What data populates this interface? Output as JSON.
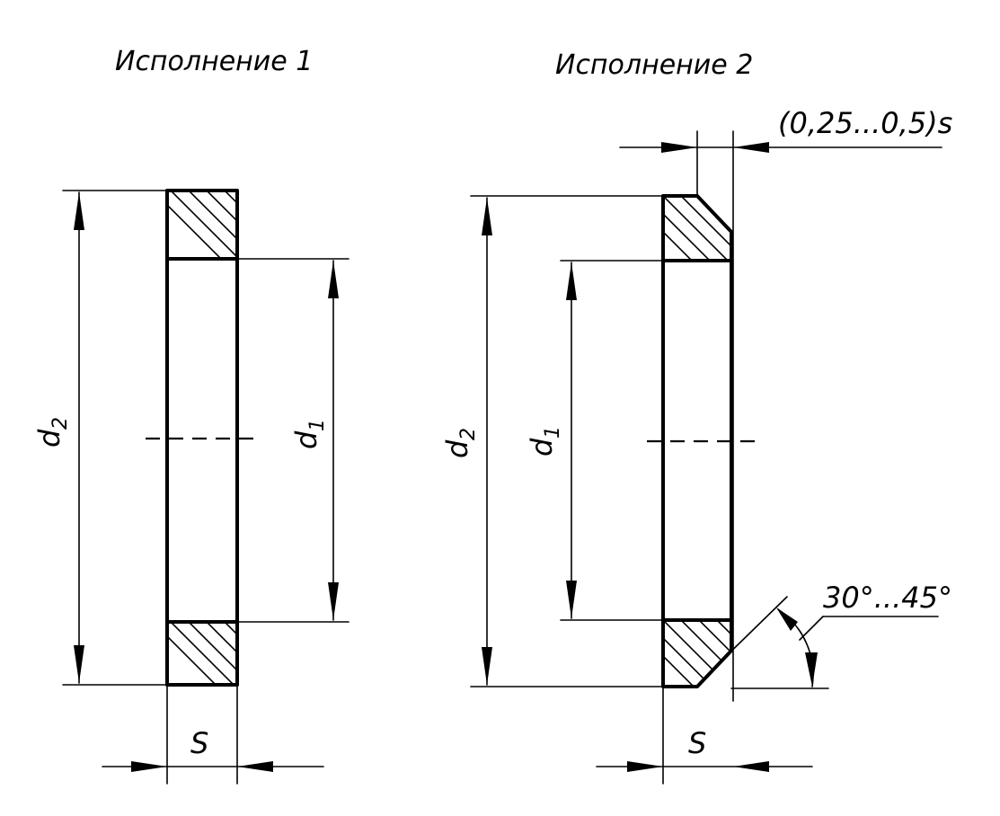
{
  "variant1": {
    "title": "Исполнение 1",
    "outer_diameter": {
      "symbol": "d",
      "subscript": "2"
    },
    "inner_diameter": {
      "symbol": "d",
      "subscript": "1"
    },
    "thickness": "S"
  },
  "variant2": {
    "title": "Исполнение 2",
    "outer_diameter": {
      "symbol": "d",
      "subscript": "2"
    },
    "inner_diameter": {
      "symbol": "d",
      "subscript": "1"
    },
    "thickness": "S",
    "chamfer_width": "(0,25...0,5)s",
    "chamfer_angle": "30°...45°"
  }
}
